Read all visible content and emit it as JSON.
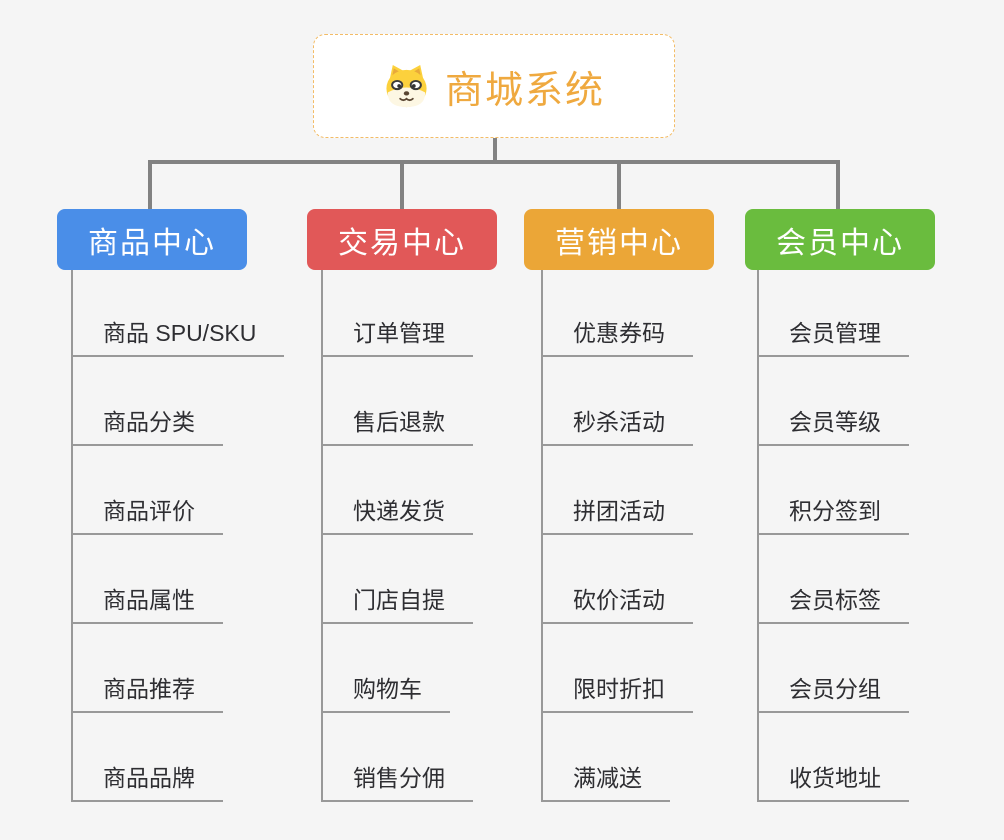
{
  "canvas": {
    "background": "#f5f5f5"
  },
  "root": {
    "title": "商城系统",
    "icon": "dog-face-icon",
    "text_color": "#efa93f",
    "border_color": "#f3bc66",
    "background": "#ffffff"
  },
  "connectors": {
    "color": "#828282",
    "child_line_color": "#999999"
  },
  "branches": [
    {
      "label": "商品中心",
      "color": "#4a8ee8",
      "children": [
        "商品 SPU/SKU",
        "商品分类",
        "商品评价",
        "商品属性",
        "商品推荐",
        "商品品牌"
      ]
    },
    {
      "label": "交易中心",
      "color": "#e15858",
      "children": [
        "订单管理",
        "售后退款",
        "快递发货",
        "门店自提",
        "购物车",
        "销售分佣"
      ]
    },
    {
      "label": "营销中心",
      "color": "#eba637",
      "children": [
        "优惠券码",
        "秒杀活动",
        "拼团活动",
        "砍价活动",
        "限时折扣",
        "满减送"
      ]
    },
    {
      "label": "会员中心",
      "color": "#6abc3e",
      "children": [
        "会员管理",
        "会员等级",
        "积分签到",
        "会员标签",
        "会员分组",
        "收货地址"
      ]
    }
  ]
}
